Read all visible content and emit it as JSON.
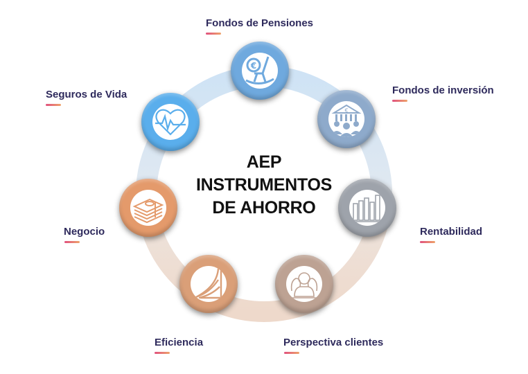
{
  "center": {
    "line1": "AEP",
    "line2": "INSTRUMENTOS",
    "line3": "DE AHORRO"
  },
  "items": [
    {
      "label": "Fondos de Pensiones",
      "icon": "rocking-chair-euro-icon",
      "color": "#6fa9de"
    },
    {
      "label": "Fondos de inversión",
      "icon": "bank-people-icon",
      "color": "#8eaacb"
    },
    {
      "label": "Rentabilidad",
      "icon": "bar-chart-icon",
      "color": "#9ea3ab"
    },
    {
      "label": "Perspectiva clientes",
      "icon": "people-group-icon",
      "color": "#bda293"
    },
    {
      "label": "Eficiencia",
      "icon": "curve-lines-icon",
      "color": "#da9f78"
    },
    {
      "label": "Negocio",
      "icon": "money-stack-icon",
      "color": "#e49a6b"
    },
    {
      "label": "Seguros de Vida",
      "icon": "heart-pulse-icon",
      "color": "#5aaeec"
    }
  ],
  "accent": {
    "underline_start": "#e0507e",
    "underline_end": "#eea36a",
    "label_color": "#2e2a5c"
  }
}
